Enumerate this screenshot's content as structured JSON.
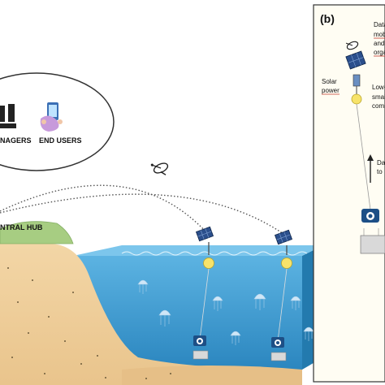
{
  "left_panel": {
    "managers_label": "NAGERS",
    "end_users_label": "END USERS",
    "central_hub_label": "NTRAL HUB"
  },
  "panel_b": {
    "panel_label": "(b)",
    "solar_power_line1": "Solar",
    "solar_power_line2": "power",
    "top_note_lines": [
      "Data",
      "mob",
      "and",
      "orga"
    ],
    "right_note_lines": [
      "Low-",
      "smal",
      "com"
    ],
    "bottom_note_lines": [
      "Da",
      "to"
    ]
  },
  "colors": {
    "sea": "#2f8fc6",
    "sea_surface": "#63b6e4",
    "sand": "#f2d3a2",
    "grass": "#9ec77a",
    "panel_bg": "#fffdf5",
    "accent_red": "#c0392b"
  }
}
